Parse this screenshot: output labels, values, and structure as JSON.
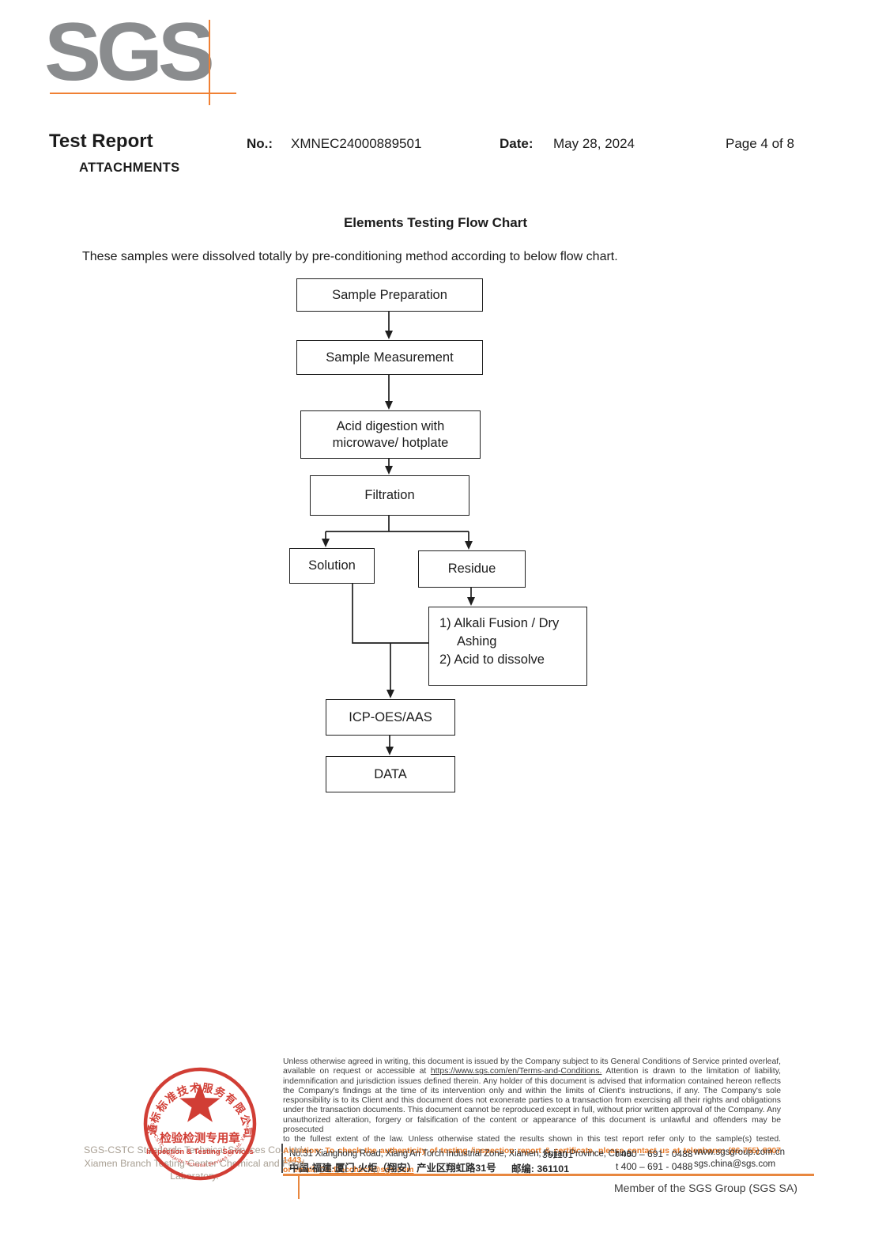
{
  "logo": {
    "text": "SGS"
  },
  "header": {
    "title": "Test Report",
    "attachments": "ATTACHMENTS",
    "no_label": "No.:",
    "no_value": "XMNEC24000889501",
    "date_label": "Date:",
    "date_value": "May 28, 2024",
    "page": "Page 4 of 8"
  },
  "main": {
    "title": "Elements Testing Flow Chart",
    "intro": "These samples were dissolved totally by pre-conditioning method according to below flow chart."
  },
  "flowchart": {
    "nodes": [
      {
        "label": "Sample Preparation"
      },
      {
        "label": "Sample Measurement"
      },
      {
        "label": "Acid digestion with\nmicrowave/ hotplate"
      },
      {
        "label": "Filtration"
      },
      {
        "label": "Solution"
      },
      {
        "label": "Residue"
      },
      {
        "label": "1) Alkali Fusion / Dry\n     Ashing\n2) Acid to dissolve"
      },
      {
        "label": "ICP-OES/AAS"
      },
      {
        "label": "DATA"
      }
    ]
  },
  "footer": {
    "stamp": {
      "arc_top": "通标标准技术服务有限公司厦门分公司",
      "arc_bottom": "SGS-CSTC Standards Technical Services Co.,Ltd. Xiamen Branch",
      "line1": "检验检测专用章",
      "line2": "Inspection & Testing Services"
    },
    "company_line1": "SGS-CSTC Standards Technical Services Co., Ltd.",
    "company_line2": "Xiamen Branch Testing Center Chemical and Food Laboratory.",
    "legal": {
      "line1": "Unless otherwise agreed in writing, this document is issued by the Company subject to its General Conditions of Service printed overleaf,",
      "line2_pre": "available on request or accessible at ",
      "line2_link": "https://www.sgs.com/en/Terms-and-Conditions.",
      "line2_post": " Attention is drawn to the limitation of liability,",
      "line3": "indemnification and jurisdiction issues defined therein. Any holder of this document is advised that information contained hereon reflects",
      "line4": "the Company's findings at the time of its intervention only and within the limits of Client's instructions, if any. The Company's sole",
      "line5": "responsibility is to its Client and this document does not exonerate parties to a transaction from exercising all their rights and obligations",
      "line6": "under the transaction documents. This document cannot be reproduced except in full, without prior written approval of the Company. Any",
      "line7": "unauthorized alteration, forgery or falsification of the content or appearance of this document is unlawful and offenders may be prosecuted",
      "line8": "to the fullest extent of the law. Unless otherwise stated the results shown in this test report refer only to the sample(s) tested.",
      "attention1": "Attention: To check the authenticity of testing /inspection report & certificate, please contact us at telephone: (86-755) 8307 1443,",
      "attention2_pre": "or email: ",
      "attention2_link": "CN.Doccheck@sgs.com"
    },
    "address": {
      "en": "No.31 Xianghong Road, Xiang'An Torch Industrial Zone, Xiamen, Fujian Province, China.",
      "en_zip": "361101",
      "cn": "中国·福建·厦门·火炬（翔安）产业区翔虹路31号",
      "cn_zip_label": "邮编: 361101",
      "phone1": "t 400 – 691 - 0488",
      "phone2": "t 400 – 691 - 0488",
      "web": "www.sgsgroup.com.cn",
      "email": "sgs.china@sgs.com"
    },
    "member": "Member of the SGS Group (SGS SA)"
  }
}
